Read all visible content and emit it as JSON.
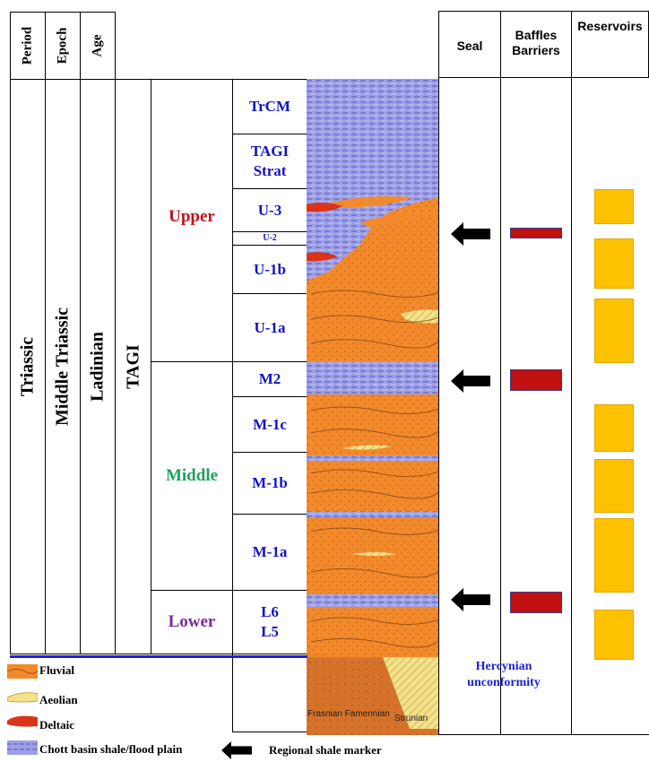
{
  "headers": {
    "period": "Period",
    "epoch": "Epoch",
    "age": "Age",
    "seal": "Seal",
    "baffles": "Baffles\nBarriers",
    "reservoirs": "Reservoirs"
  },
  "columns": {
    "period": "Triassic",
    "epoch": "Middle Triassic",
    "age": "Ladinian",
    "formation": "TAGI"
  },
  "members": [
    {
      "label": "Upper",
      "color": "#c0141c"
    },
    {
      "label": "Middle",
      "color": "#1fa05a"
    },
    {
      "label": "Lower",
      "color": "#7a2a9a"
    }
  ],
  "units": [
    "TrCM",
    "TAGI Strat",
    "U-3",
    "U-2",
    "U-1b",
    "U-1a",
    "M2",
    "M-1c",
    "M-1b",
    "M-1a",
    "L6 L5"
  ],
  "section_labels": {
    "strunian": "Strunian",
    "frasnian": "Frasnian Famennian",
    "unconformity": "Hercynian unconformity"
  },
  "legend": {
    "fluvial": "Fluvial",
    "aeolian": "Aeolian",
    "deltaic": "Deltaic",
    "shale": "Chott basin shale/flood plain",
    "marker": "Regional shale marker"
  },
  "colors": {
    "fluvial": "#f28a2c",
    "aeolian": "#f3e28a",
    "deltaic": "#d9331a",
    "shale": "#8c8fe0",
    "reservoir": "#fdc100",
    "baffle": "#c01010",
    "unconformity_line": "#1e1ee0"
  },
  "icons": [
    "regional-shale-marker-arrow-icon"
  ]
}
